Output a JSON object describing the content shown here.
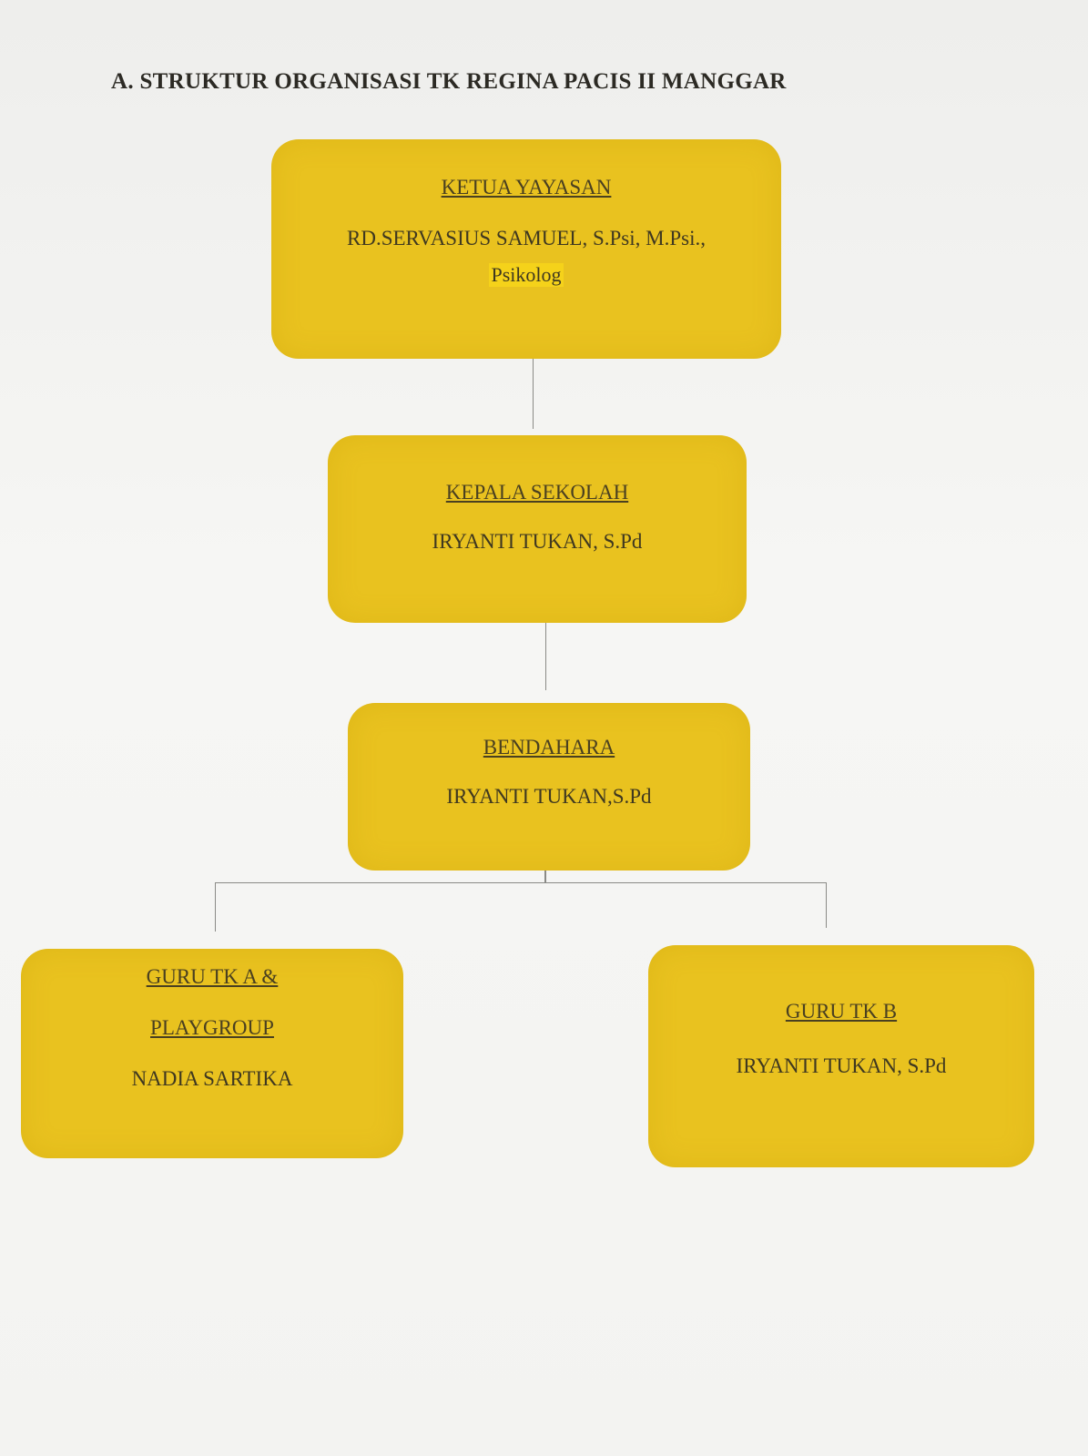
{
  "title": "A. STRUKTUR ORGANISASI TK REGINA PACIS II MANGGAR",
  "colors": {
    "box": "#e9c21f",
    "connector": "#8a8a86"
  },
  "nodes": {
    "ketua": {
      "role": "KETUA YAYASAN",
      "name": "RD.SERVASIUS SAMUEL, S.Psi, M.Psi.,",
      "name2": "Psikolog"
    },
    "kepala": {
      "role": "KEPALA SEKOLAH",
      "name": "IRYANTI TUKAN, S.Pd"
    },
    "bendahara": {
      "role": "BENDAHARA",
      "name": "IRYANTI TUKAN,S.Pd"
    },
    "guru_a": {
      "role": "GURU TK A &",
      "role2": "PLAYGROUP",
      "name": "NADIA SARTIKA"
    },
    "guru_b": {
      "role": "GURU TK B",
      "name": "IRYANTI TUKAN, S.Pd"
    }
  }
}
